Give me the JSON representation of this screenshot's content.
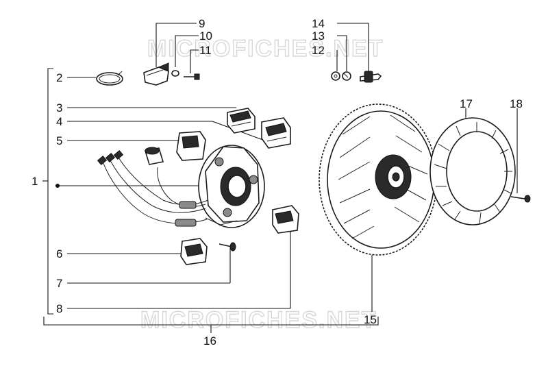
{
  "watermark": "MICROFICHES.NET",
  "callouts": {
    "c1": "1",
    "c2": "2",
    "c3": "3",
    "c4": "4",
    "c5": "5",
    "c6": "6",
    "c7": "7",
    "c8": "8",
    "c9": "9",
    "c10": "10",
    "c11": "11",
    "c12": "12",
    "c13": "13",
    "c14": "14",
    "c15": "15",
    "c16": "16",
    "c17": "17",
    "c18": "18"
  }
}
